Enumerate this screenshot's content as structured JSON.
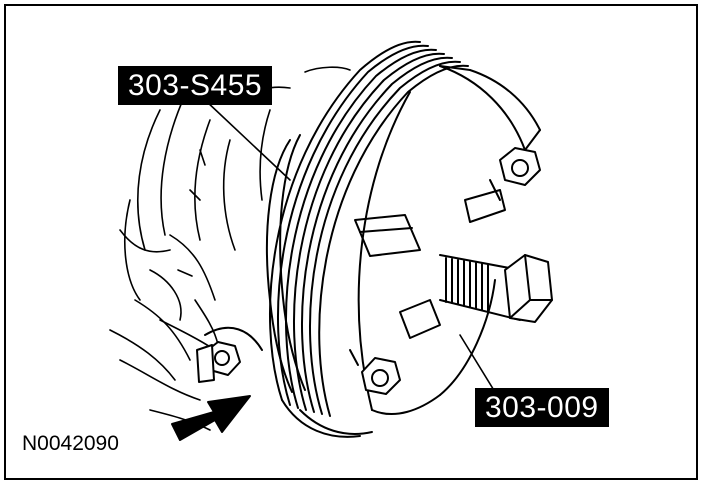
{
  "callouts": {
    "tool_a": "303-S455",
    "tool_b": "303-009"
  },
  "figure_id": "N0042090",
  "colors": {
    "ink": "#000000",
    "paper": "#ffffff"
  }
}
